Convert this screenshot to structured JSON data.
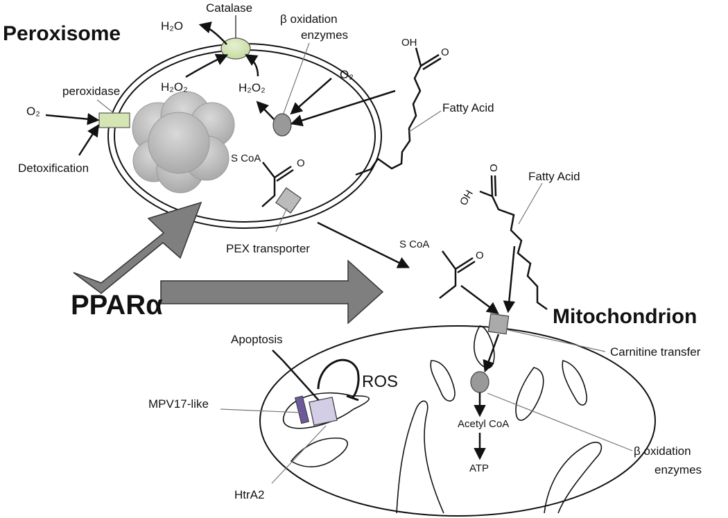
{
  "titles": {
    "peroxisome": "Peroxisome",
    "mitochondrion": "Mitochondrion",
    "ppar": "PPARα"
  },
  "peroxisome": {
    "catalase": "Catalase",
    "water_out": "H₂O",
    "h2o2_left": "H₂O₂",
    "h2o2_right": "H₂O₂",
    "beta_oxidation": [
      "β oxidation",
      "enzymes"
    ],
    "oxygen_top": "O₂",
    "peroxidase": "peroxidase",
    "oxygen_left": "O₂",
    "detoxification": "Detoxification",
    "scoa": "S CoA",
    "carbonyl_o": "O",
    "pex_transporter": "PEX transporter",
    "fatty_acid": "Fatty Acid",
    "fatty_oh": "OH",
    "fatty_o": "O"
  },
  "mitochondrion": {
    "fatty_acid": "Fatty Acid",
    "fatty_oh": "OH",
    "fatty_o": "O",
    "scoa": "S CoA",
    "carbonyl_o": "O",
    "apoptosis": "Apoptosis",
    "ros": "ROS",
    "mpv17": "MPV17-like",
    "htra2": "HtrA2",
    "carnitine": "Carnitine transfer",
    "acetyl_coa": "Acetyl CoA",
    "atp": "ATP",
    "beta_oxidation": [
      "β oxidation",
      "enzymes"
    ]
  },
  "colors": {
    "catalase_fill": "#d5e6b4",
    "peroxidase_fill": "#d5e6b4",
    "enzyme_gray": "#999999",
    "big_arrow": "#7f7f7f",
    "mpv17_fill": "#6e5a9a",
    "htra2_fill": "#d4cde6",
    "cloud_gray": "#b7b7b7"
  }
}
